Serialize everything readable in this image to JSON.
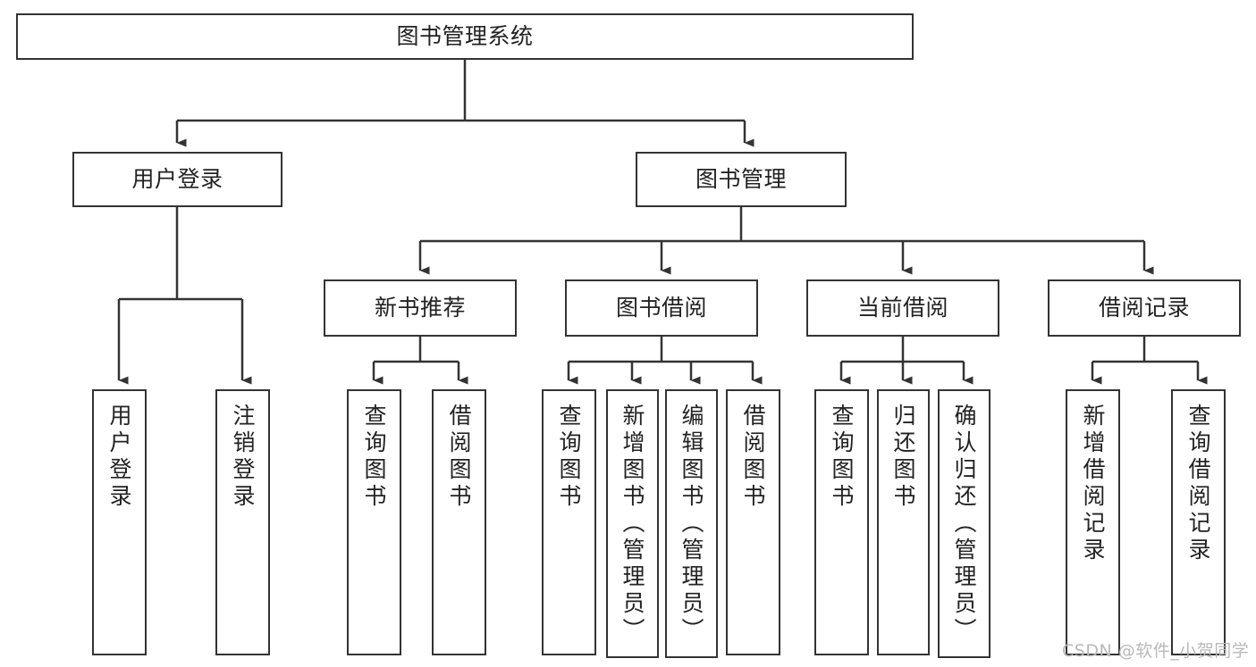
{
  "diagram": {
    "type": "tree-hierarchy",
    "title": "图书管理系统",
    "watermark": "CSDN @软件_小贺同学",
    "colors": {
      "stroke": "#333333",
      "fill": "#ffffff",
      "text": "#222222",
      "watermark": "#b9b9b9"
    },
    "nodes": {
      "root": {
        "label": "图书管理系统"
      },
      "level2": [
        {
          "label": "用户登录"
        },
        {
          "label": "图书管理"
        }
      ],
      "level3": [
        {
          "label": "新书推荐"
        },
        {
          "label": "图书借阅"
        },
        {
          "label": "当前借阅"
        },
        {
          "label": "借阅记录"
        }
      ],
      "leaves": {
        "user_login": [
          {
            "label": "用户登录"
          },
          {
            "label": "注销登录"
          }
        ],
        "new_book": [
          {
            "label": "查询图书"
          },
          {
            "label": "借阅图书"
          }
        ],
        "book_borrow": [
          {
            "label": "查询图书"
          },
          {
            "label": "新增图书（管理员）"
          },
          {
            "label": "编辑图书（管理员）"
          },
          {
            "label": "借阅图书"
          }
        ],
        "current_borrow": [
          {
            "label": "查询图书"
          },
          {
            "label": "归还图书"
          },
          {
            "label": "确认归还（管理员）"
          }
        ],
        "borrow_record": [
          {
            "label": "新增借阅记录"
          },
          {
            "label": "查询借阅记录"
          }
        ]
      }
    }
  }
}
